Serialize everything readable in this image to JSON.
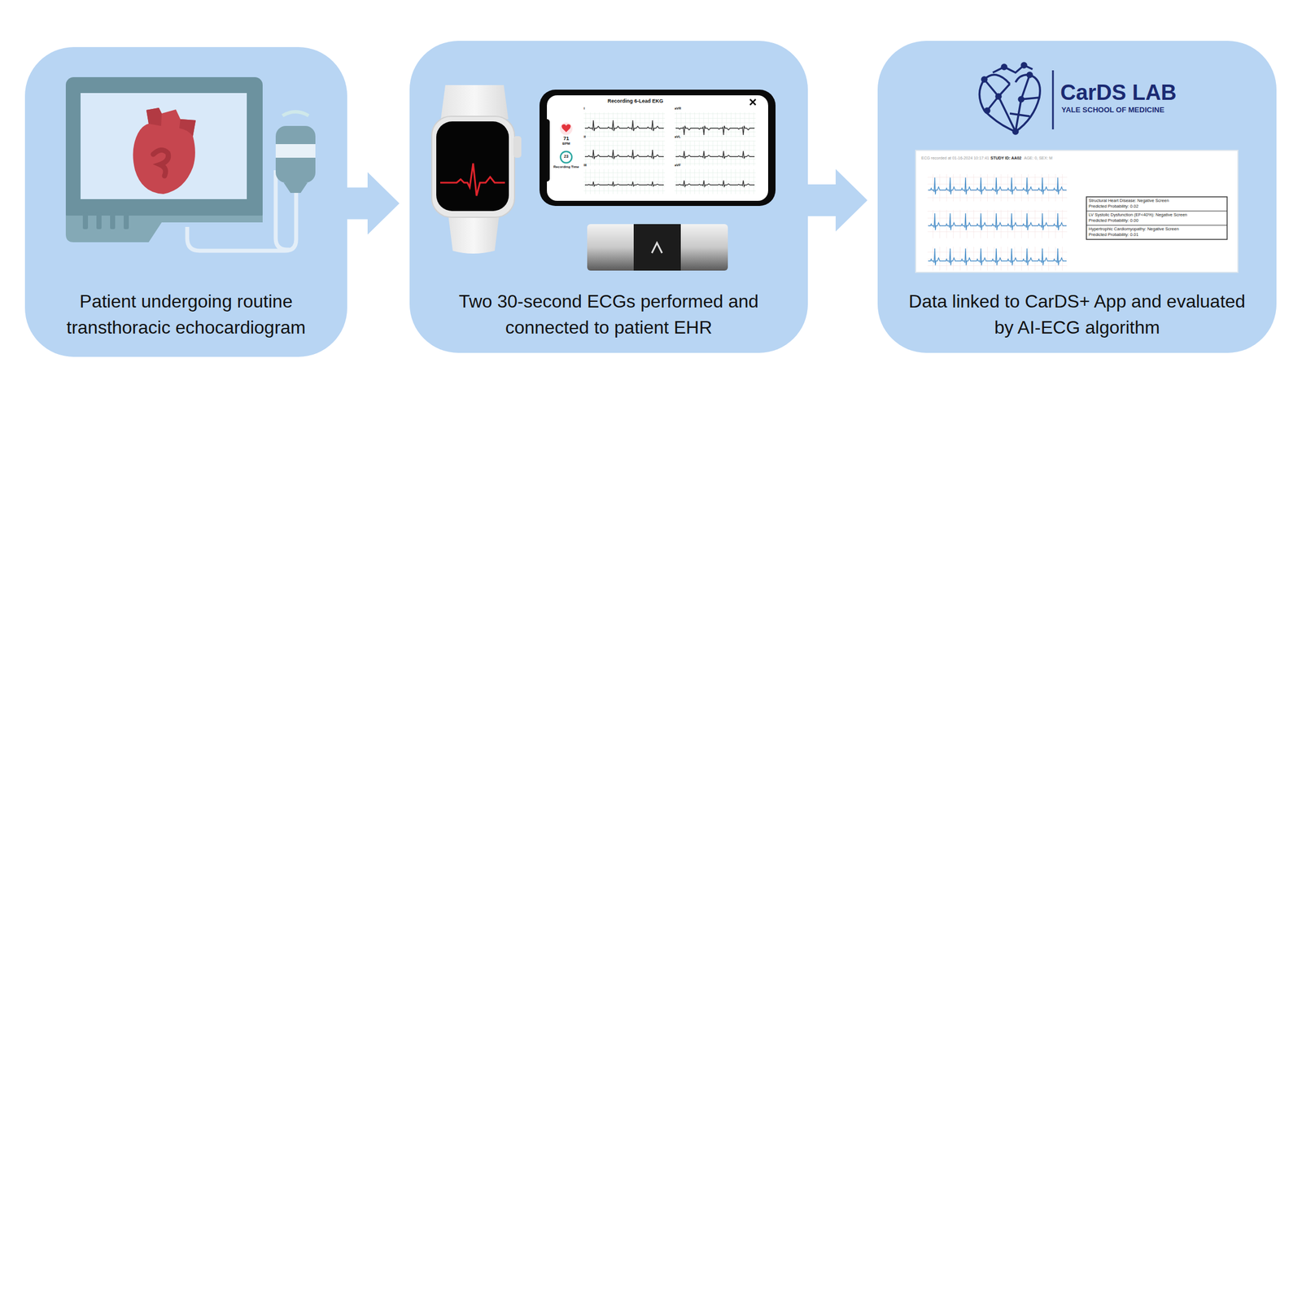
{
  "diagram": {
    "nodes": [
      {
        "text": [
          "Patient undergoing routine transthoracic echocardiogram"
        ]
      },
      {
        "text": [
          "Two 30-second ECGs performed and connected to patient EHR"
        ]
      },
      {
        "text": [
          "Data linked to CarDS+ App and evaluated by AI-ECG algorithm"
        ]
      }
    ],
    "edges": [
      {
        "from": 0,
        "to": 1,
        "arrow": "to"
      },
      {
        "from": 1,
        "to": 2,
        "arrow": "to"
      }
    ],
    "labels": [
      "Recording 6-Lead EKG",
      "71",
      "BPM",
      "23",
      "Recording Time",
      "I",
      "II",
      "III",
      "aVR",
      "aVL",
      "aVF",
      "CarDS LAB",
      "YALE SCHOOL OF MEDICINE",
      "ECG recorded at 01-16-2024 10:17:41",
      "STUDY ID: AA02",
      "AGE: 0, SEX: M",
      "Structural Heart Disease: Negative Screen",
      "Predicted Probability: 0.02",
      "LV Systolic Dysfunction (EF<40%): Negative Screen",
      "Predicted Probability: 0.00",
      "Hypertrophic Cardiomyopathy: Negative Screen",
      "Predicted Probability: 0.01"
    ]
  }
}
